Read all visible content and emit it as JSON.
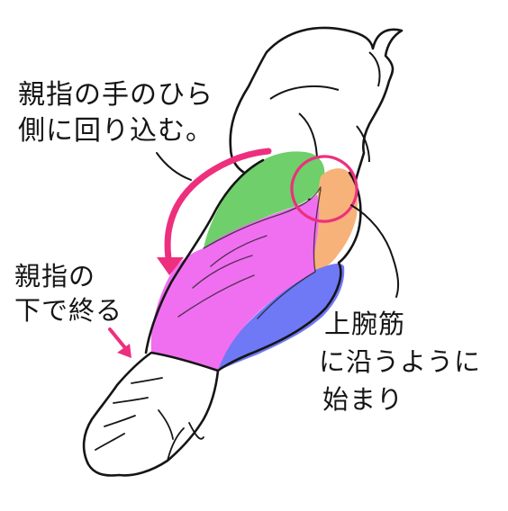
{
  "annotations": {
    "thumb_palm_side": {
      "lines": [
        "親指の手のひら",
        "側に回り込む。"
      ]
    },
    "ends_below_thumb": {
      "lines": [
        "親指の",
        "下で終る"
      ]
    },
    "along_brachialis": {
      "lines": [
        "上腕筋",
        "に沿うように",
        "始まり"
      ]
    }
  },
  "colors": {
    "outline": "#151515",
    "muscle_green": "#6fcf6a",
    "muscle_magenta": "#f06ff0",
    "muscle_orange": "#f7b27a",
    "muscle_blue": "#6f78f5",
    "arrow_pink": "#ee2f7e"
  }
}
